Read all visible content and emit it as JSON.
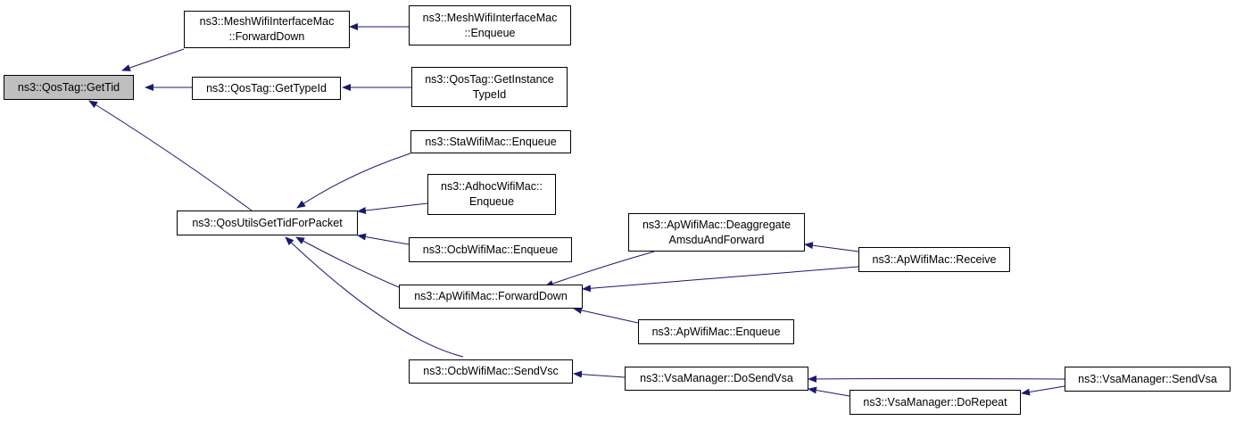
{
  "colors": {
    "edge": "#191970",
    "node_border": "#000000",
    "node_fill": "#ffffff",
    "root_fill": "#bfbfbf"
  },
  "nodes": [
    {
      "id": "n0",
      "lines": [
        "ns3::QosTag::GetTid"
      ]
    },
    {
      "id": "n1",
      "lines": [
        "ns3::MeshWifiInterfaceMac",
        "::ForwardDown"
      ]
    },
    {
      "id": "n2",
      "lines": [
        "ns3::MeshWifiInterfaceMac",
        "::Enqueue"
      ]
    },
    {
      "id": "n3",
      "lines": [
        "ns3::QosTag::GetTypeId"
      ]
    },
    {
      "id": "n4",
      "lines": [
        "ns3::QosTag::GetInstance",
        "TypeId"
      ]
    },
    {
      "id": "n5",
      "lines": [
        "ns3::QosUtilsGetTidForPacket"
      ]
    },
    {
      "id": "n6",
      "lines": [
        "ns3::StaWifiMac::Enqueue"
      ]
    },
    {
      "id": "n7",
      "lines": [
        "ns3::AdhocWifiMac::",
        "Enqueue"
      ]
    },
    {
      "id": "n8",
      "lines": [
        "ns3::OcbWifiMac::Enqueue"
      ]
    },
    {
      "id": "n9",
      "lines": [
        "ns3::ApWifiMac::ForwardDown"
      ]
    },
    {
      "id": "n10",
      "lines": [
        "ns3::ApWifiMac::Deaggregate",
        "AmsduAndForward"
      ]
    },
    {
      "id": "n11",
      "lines": [
        "ns3::ApWifiMac::Receive"
      ]
    },
    {
      "id": "n12",
      "lines": [
        "ns3::ApWifiMac::Enqueue"
      ]
    },
    {
      "id": "n13",
      "lines": [
        "ns3::OcbWifiMac::SendVsc"
      ]
    },
    {
      "id": "n14",
      "lines": [
        "ns3::VsaManager::DoSendVsa"
      ]
    },
    {
      "id": "n15",
      "lines": [
        "ns3::VsaManager::SendVsa"
      ]
    },
    {
      "id": "n16",
      "lines": [
        "ns3::VsaManager::DoRepeat"
      ]
    }
  ],
  "edges": [
    {
      "from": "n1",
      "to": "n0"
    },
    {
      "from": "n2",
      "to": "n1"
    },
    {
      "from": "n3",
      "to": "n0"
    },
    {
      "from": "n4",
      "to": "n3"
    },
    {
      "from": "n5",
      "to": "n0"
    },
    {
      "from": "n6",
      "to": "n5"
    },
    {
      "from": "n7",
      "to": "n5"
    },
    {
      "from": "n8",
      "to": "n5"
    },
    {
      "from": "n9",
      "to": "n5"
    },
    {
      "from": "n13",
      "to": "n5"
    },
    {
      "from": "n10",
      "to": "n9"
    },
    {
      "from": "n11",
      "to": "n9"
    },
    {
      "from": "n12",
      "to": "n9"
    },
    {
      "from": "n11",
      "to": "n10"
    },
    {
      "from": "n14",
      "to": "n13"
    },
    {
      "from": "n15",
      "to": "n14"
    },
    {
      "from": "n16",
      "to": "n14"
    },
    {
      "from": "n15",
      "to": "n16"
    }
  ]
}
